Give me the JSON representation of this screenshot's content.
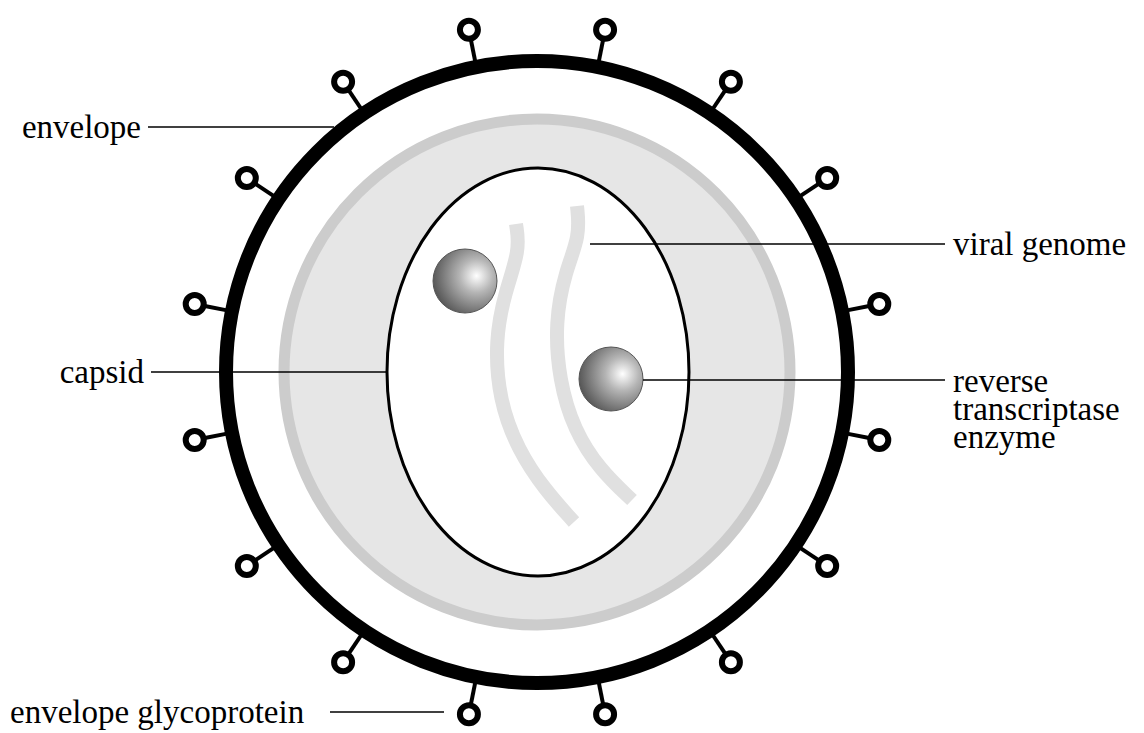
{
  "diagram": {
    "labels": [
      "envelope",
      "viral genome",
      "capsid",
      "reverse transcriptase enzyme",
      "envelope glycoprotein"
    ]
  }
}
